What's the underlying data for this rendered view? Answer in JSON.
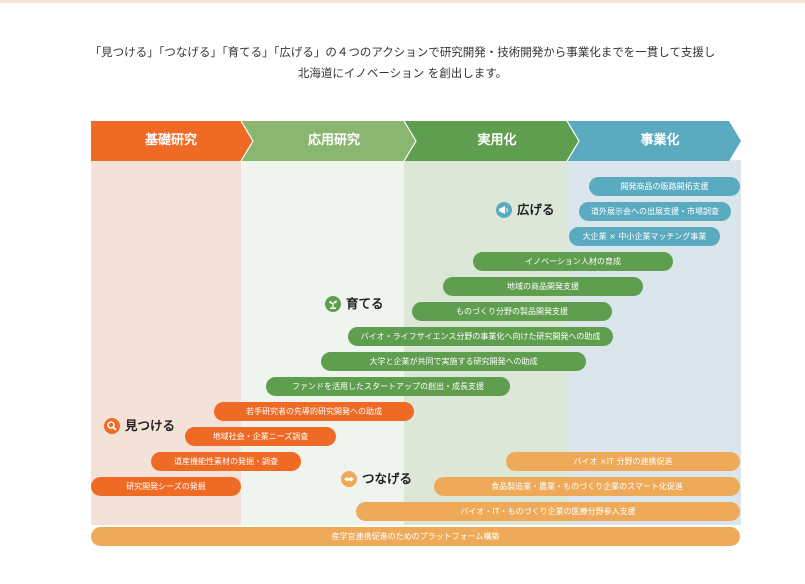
{
  "intro": {
    "line1": "「見つける」「つなげる」「育てる」「広げる」の４つのアクションで研究開発・技術開発から事業化までを一貫して支援し",
    "line2": "北海道にイノベーション を創出します。"
  },
  "stages": {
    "basic": "基礎研究",
    "applied": "応用研究",
    "practical": "実用化",
    "business": "事業化"
  },
  "actions": {
    "find": "見つける",
    "connect": "つなげる",
    "grow": "育てる",
    "spread": "広げる"
  },
  "colors": {
    "orange": "#ee6a25",
    "green_light": "#8ab66f",
    "green": "#5f9e4f",
    "blue": "#5aabc0",
    "tan": "#eeaa58"
  },
  "programs": {
    "p01": "開発商品の販路開拓支援",
    "p02": "道外展示会への出展支援・市場調査",
    "p03": "大企業 × 中小企業マッチング事業",
    "p04": "イノベーション人材の育成",
    "p05": "地域の商品開発支援",
    "p06": "ものづくり分野の製品開発支援",
    "p07": "バイオ・ライフサイエンス分野の事業化へ向けた研究開発への助成",
    "p08": "大学と企業が共同で実施する研究開発への助成",
    "p09": "ファンドを活用したスタートアップの創出・成長支援",
    "p10": "若手研究者の先導的研究開発への助成",
    "p11": "地域社会・企業ニーズ調査",
    "p12": "道産機能性素材の発掘・調査",
    "p13": "研究開発シーズの発掘",
    "p14": "バイオ ×IT 分野の連携促進",
    "p15": "食品製造業・農業・ものづくり企業のスマート化促進",
    "p16": "バイオ・IT・ものづくり企業の医療分野参入支援",
    "p17": "産学官連携促進のためのプラットフォーム構築"
  }
}
